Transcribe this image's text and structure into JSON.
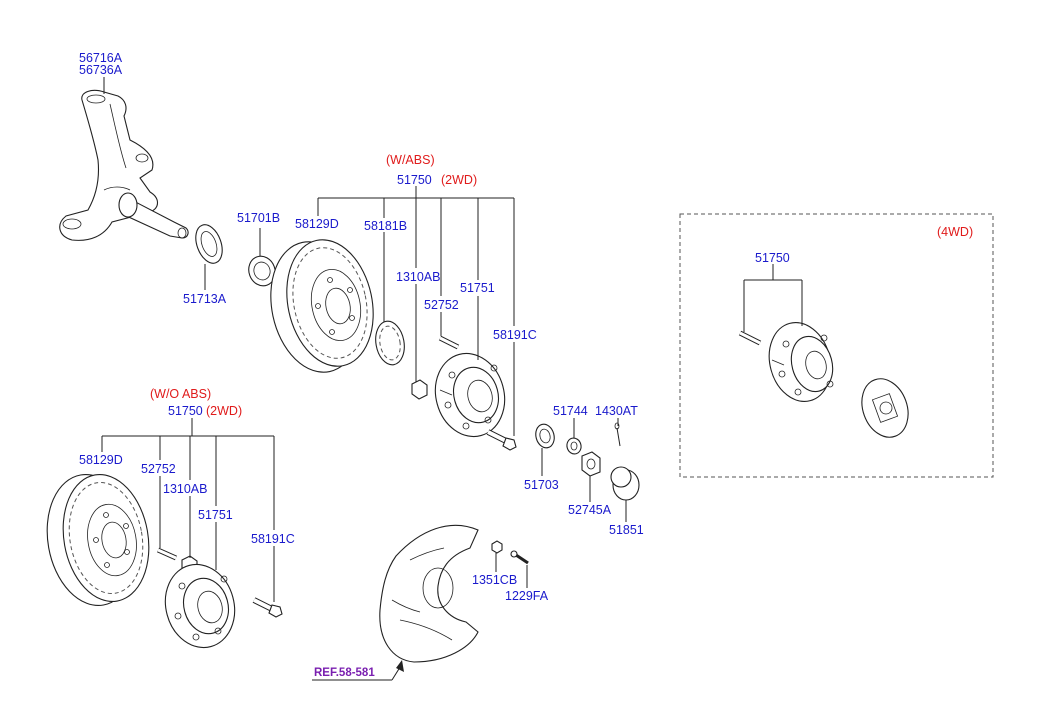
{
  "colors": {
    "part_number": "#1a1acc",
    "variant": "#e01b1b",
    "reference": "#7a1fb0"
  },
  "labels": {
    "knuckle_a": "56716A",
    "knuckle_b": "56736A",
    "seal_51713A": "51713A",
    "bearing_51701B": "51701B",
    "abs": {
      "variant": "(W/ABS)",
      "assy": "51750",
      "drive": "(2WD)",
      "disc": "58129D",
      "tone_ring": "58181B",
      "nut": "1310AB",
      "bolt": "52752",
      "hub": "51751",
      "stud": "58191C"
    },
    "noabs": {
      "variant": "(W/O ABS)",
      "assy": "51750",
      "drive": "(2WD)",
      "disc": "58129D",
      "bolt": "52752",
      "nut": "1310AB",
      "hub": "51751",
      "stud": "58191C"
    },
    "bearing_51703": "51703",
    "washer_51744": "51744",
    "pin_1430AT": "1430AT",
    "locknut_52745A": "52745A",
    "cap_51851": "51851",
    "nut_1351CB": "1351CB",
    "screw_1229FA": "1229FA",
    "reference": "REF.58-581",
    "fourwd": {
      "variant": "(4WD)",
      "assy": "51750"
    }
  }
}
